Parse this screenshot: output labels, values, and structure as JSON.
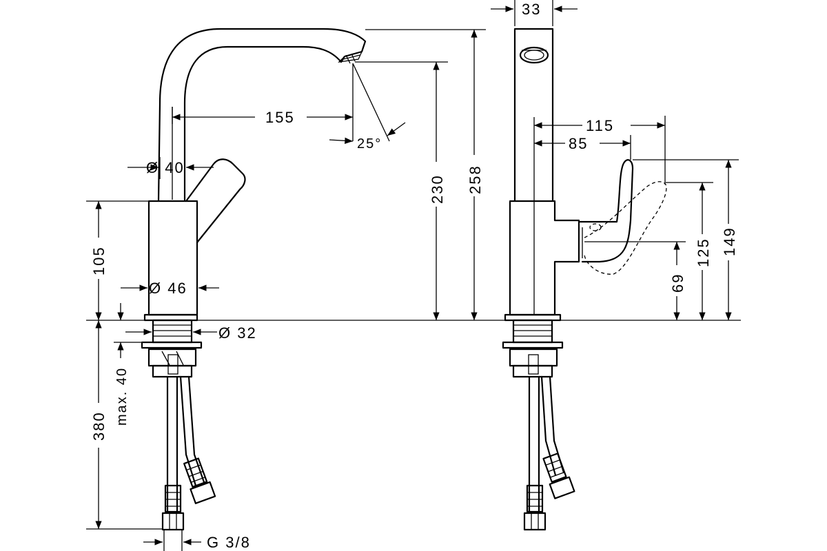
{
  "dimensions": {
    "spout_reach": "155",
    "spray_angle": "25°",
    "upper_dia": "Ø 40",
    "body_dia": "Ø 46",
    "thread_dia": "Ø 32",
    "spout_height": "230",
    "total_height": "258",
    "body_height": "105",
    "hose_length": "380",
    "max_thickness": "max. 40",
    "connection": "G 3/8",
    "side_width": "33",
    "lever_reach": "115",
    "lever_base": "85",
    "lever_height_total": "149",
    "lever_height_open": "125",
    "lever_pivot": "69"
  }
}
